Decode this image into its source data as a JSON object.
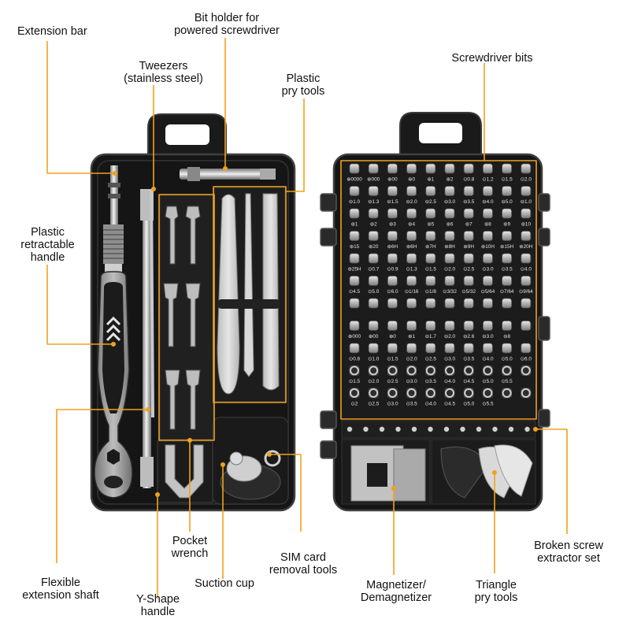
{
  "labels": {
    "extension_bar": [
      "Extension bar"
    ],
    "bit_holder": [
      "Bit holder for",
      "powered screwdriver"
    ],
    "tweezers": [
      "Tweezers",
      "(stainless steel)"
    ],
    "plastic_pry": [
      "Plastic",
      "pry tools"
    ],
    "screwdriver_bits": [
      "Screwdriver bits"
    ],
    "retractable_handle": [
      "Plastic",
      "retractable",
      "handle"
    ],
    "pocket_wrench": [
      "Pocket",
      "wrench"
    ],
    "sim_card": [
      "SIM card",
      "removal tools"
    ],
    "broken_screw": [
      "Broken screw",
      "extractor set"
    ],
    "flexible_shaft": [
      "Flexible",
      "extension shaft"
    ],
    "suction_cup": [
      "Suction cup"
    ],
    "magnetizer": [
      "Magnetizer/",
      "Demagnetizer"
    ],
    "triangle_pry": [
      "Triangle",
      "pry tools"
    ],
    "y_shape": [
      "Y-Shape",
      "handle"
    ]
  },
  "bit_markings": [
    [
      "⊕0000",
      "⊕000",
      "⊕00",
      "⊕0",
      "⊕1",
      "⊕2",
      "⊙0.8",
      "⊙1.2",
      "⊙1.5",
      "⊙2.0"
    ],
    [
      "⊖1.0",
      "⊖1.3",
      "⊖1.5",
      "⊖2.0",
      "⊖2.5",
      "⊖3.0",
      "⊖3.5",
      "⊖4.0",
      "⊖5.0",
      "⊖1.0"
    ],
    [
      "⊛1",
      "⊛2",
      "⊛3",
      "⊛4",
      "⊛5",
      "⊛6",
      "⊛7",
      "⊛8",
      "⊛9",
      "⊛10"
    ],
    [
      "⊛15",
      "⊛20",
      "⊛6H",
      "⊛6H",
      "⊛7H",
      "⊛8H",
      "⊛9H",
      "⊛10H",
      "⊛15H",
      "⊛20H"
    ],
    [
      "⊛25H",
      "⊙0.7",
      "⊙0.9",
      "⊙1.3",
      "⊙1.5",
      "⊙2.0",
      "⊙2.5",
      "⊙3.0",
      "⊙3.5",
      "⊙4.0"
    ],
    [
      "⊙4.5",
      "⊙5.0",
      "⊙6.0",
      "⊙1/16",
      "⊙1/8",
      "⊙3/32",
      "⊙5/32",
      "⊙5/64",
      "⊙7/64",
      "⊙9/64"
    ],
    [
      "",
      "",
      "",
      "",
      "",
      "",
      "",
      "",
      "",
      ""
    ],
    [
      "⊕000",
      "⊕00",
      "⊕0",
      "⊕1",
      "⊖1.7",
      "⊖2.0",
      "⊖2.6",
      "⊖3.0",
      "⊖8",
      ""
    ],
    [
      "⊙0.8",
      "⊙1.0",
      "⊙1.5",
      "⊙2.0",
      "⊙2.5",
      "⊙3.0",
      "⊙3.5",
      "⊙4.0",
      "⊙5.0",
      "⊙6.0"
    ],
    [
      "⊙1.5",
      "⊙2.0",
      "⊙2.5",
      "⊙3.0",
      "⊙3.5",
      "⊙4.0",
      "⊙4.5",
      "⊙5.0",
      "⊙5.5",
      ""
    ],
    [
      "⊙2",
      "⊙2.5",
      "⊙3.0",
      "⊙3.5",
      "⊙4.0",
      "⊙4.5",
      "⊙5.0",
      "⊙5.5",
      "",
      ""
    ]
  ],
  "colors": {
    "callout": "#f0a21c",
    "case": "#141414",
    "case_edge": "#3a3a3a",
    "tool_light": "#d8d8d8",
    "tool_mid": "#9a9a9a",
    "metal": "#c9c9c9"
  }
}
